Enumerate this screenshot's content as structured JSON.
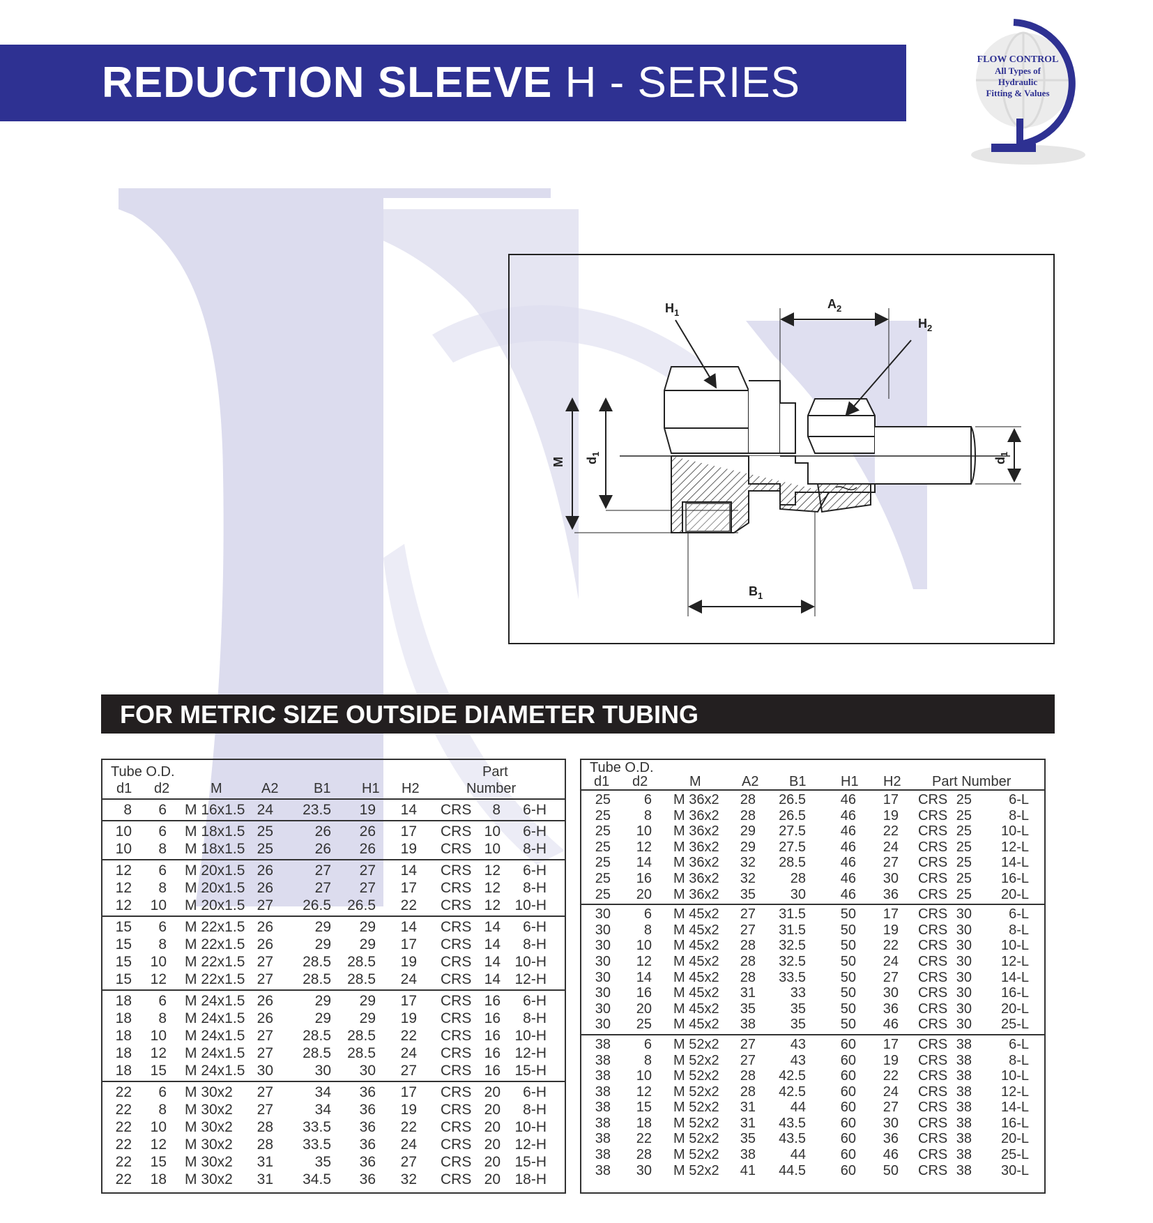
{
  "header": {
    "title_bold": "REDUCTION SLEEVE",
    "title_light": "H - SERIES"
  },
  "logo": {
    "line1": "FLOW CONTROL",
    "line2": "All Types of",
    "line3": "Hydraulic",
    "line4": "Fitting & Values",
    "icon": "globe-p-icon",
    "color": "#2e3192"
  },
  "diagram": {
    "labels": {
      "h1": "H",
      "h1_sub": "1",
      "a2": "A",
      "a2_sub": "2",
      "h2": "H",
      "h2_sub": "2",
      "m": "M",
      "d1_left": "d",
      "d1_left_sub": "1",
      "d1_right": "d",
      "d1_right_sub": "1",
      "b1": "B",
      "b1_sub": "1"
    }
  },
  "section": {
    "title": "FOR METRIC SIZE OUTSIDE DIAMETER TUBING"
  },
  "table_left": {
    "headers": {
      "tube_od": "Tube O.D.",
      "d1": "d1",
      "d2": "d2",
      "m": "M",
      "a2": "A2",
      "b1": "B1",
      "h1": "H1",
      "h2": "H2",
      "part": "Part",
      "number": "Number"
    },
    "groups": [
      [
        [
          "8",
          "6",
          "M 16x1.5",
          "24",
          "23.5",
          "19",
          "14",
          "CRS",
          "8",
          "6-H"
        ]
      ],
      [
        [
          "10",
          "6",
          "M 18x1.5",
          "25",
          "26",
          "26",
          "17",
          "CRS",
          "10",
          "6-H"
        ],
        [
          "10",
          "8",
          "M 18x1.5",
          "25",
          "26",
          "26",
          "19",
          "CRS",
          "10",
          "8-H"
        ]
      ],
      [
        [
          "12",
          "6",
          "M 20x1.5",
          "26",
          "27",
          "27",
          "14",
          "CRS",
          "12",
          "6-H"
        ],
        [
          "12",
          "8",
          "M 20x1.5",
          "26",
          "27",
          "27",
          "17",
          "CRS",
          "12",
          "8-H"
        ],
        [
          "12",
          "10",
          "M 20x1.5",
          "27",
          "26.5",
          "26.5",
          "22",
          "CRS",
          "12",
          "10-H"
        ]
      ],
      [
        [
          "15",
          "6",
          "M 22x1.5",
          "26",
          "29",
          "29",
          "14",
          "CRS",
          "14",
          "6-H"
        ],
        [
          "15",
          "8",
          "M 22x1.5",
          "26",
          "29",
          "29",
          "17",
          "CRS",
          "14",
          "8-H"
        ],
        [
          "15",
          "10",
          "M 22x1.5",
          "27",
          "28.5",
          "28.5",
          "19",
          "CRS",
          "14",
          "10-H"
        ],
        [
          "15",
          "12",
          "M 22x1.5",
          "27",
          "28.5",
          "28.5",
          "24",
          "CRS",
          "14",
          "12-H"
        ]
      ],
      [
        [
          "18",
          "6",
          "M 24x1.5",
          "26",
          "29",
          "29",
          "17",
          "CRS",
          "16",
          "6-H"
        ],
        [
          "18",
          "8",
          "M 24x1.5",
          "26",
          "29",
          "29",
          "19",
          "CRS",
          "16",
          "8-H"
        ],
        [
          "18",
          "10",
          "M 24x1.5",
          "27",
          "28.5",
          "28.5",
          "22",
          "CRS",
          "16",
          "10-H"
        ],
        [
          "18",
          "12",
          "M 24x1.5",
          "27",
          "28.5",
          "28.5",
          "24",
          "CRS",
          "16",
          "12-H"
        ],
        [
          "18",
          "15",
          "M 24x1.5",
          "30",
          "30",
          "30",
          "27",
          "CRS",
          "16",
          "15-H"
        ]
      ],
      [
        [
          "22",
          "6",
          "M 30x2",
          "27",
          "34",
          "36",
          "17",
          "CRS",
          "20",
          "6-H"
        ],
        [
          "22",
          "8",
          "M 30x2",
          "27",
          "34",
          "36",
          "19",
          "CRS",
          "20",
          "8-H"
        ],
        [
          "22",
          "10",
          "M 30x2",
          "28",
          "33.5",
          "36",
          "22",
          "CRS",
          "20",
          "10-H"
        ],
        [
          "22",
          "12",
          "M 30x2",
          "28",
          "33.5",
          "36",
          "24",
          "CRS",
          "20",
          "12-H"
        ],
        [
          "22",
          "15",
          "M 30x2",
          "31",
          "35",
          "36",
          "27",
          "CRS",
          "20",
          "15-H"
        ],
        [
          "22",
          "18",
          "M 30x2",
          "31",
          "34.5",
          "36",
          "32",
          "CRS",
          "20",
          "18-H"
        ]
      ]
    ]
  },
  "table_right": {
    "headers": {
      "tube_od": "Tube O.D.",
      "d1": "d1",
      "d2": "d2",
      "m": "M",
      "a2": "A2",
      "b1": "B1",
      "h1": "H1",
      "h2": "H2",
      "part_number": "Part Number"
    },
    "groups": [
      [
        [
          "25",
          "6",
          "M 36x2",
          "28",
          "26.5",
          "46",
          "17",
          "CRS",
          "25",
          "6-L"
        ],
        [
          "25",
          "8",
          "M 36x2",
          "28",
          "26.5",
          "46",
          "19",
          "CRS",
          "25",
          "8-L"
        ],
        [
          "25",
          "10",
          "M 36x2",
          "29",
          "27.5",
          "46",
          "22",
          "CRS",
          "25",
          "10-L"
        ],
        [
          "25",
          "12",
          "M 36x2",
          "29",
          "27.5",
          "46",
          "24",
          "CRS",
          "25",
          "12-L"
        ],
        [
          "25",
          "14",
          "M 36x2",
          "32",
          "28.5",
          "46",
          "27",
          "CRS",
          "25",
          "14-L"
        ],
        [
          "25",
          "16",
          "M 36x2",
          "32",
          "28",
          "46",
          "30",
          "CRS",
          "25",
          "16-L"
        ],
        [
          "25",
          "20",
          "M 36x2",
          "35",
          "30",
          "46",
          "36",
          "CRS",
          "25",
          "20-L"
        ]
      ],
      [
        [
          "30",
          "6",
          "M 45x2",
          "27",
          "31.5",
          "50",
          "17",
          "CRS",
          "30",
          "6-L"
        ],
        [
          "30",
          "8",
          "M 45x2",
          "27",
          "31.5",
          "50",
          "19",
          "CRS",
          "30",
          "8-L"
        ],
        [
          "30",
          "10",
          "M 45x2",
          "28",
          "32.5",
          "50",
          "22",
          "CRS",
          "30",
          "10-L"
        ],
        [
          "30",
          "12",
          "M 45x2",
          "28",
          "32.5",
          "50",
          "24",
          "CRS",
          "30",
          "12-L"
        ],
        [
          "30",
          "14",
          "M 45x2",
          "28",
          "33.5",
          "50",
          "27",
          "CRS",
          "30",
          "14-L"
        ],
        [
          "30",
          "16",
          "M 45x2",
          "31",
          "33",
          "50",
          "30",
          "CRS",
          "30",
          "16-L"
        ],
        [
          "30",
          "20",
          "M 45x2",
          "35",
          "35",
          "50",
          "36",
          "CRS",
          "30",
          "20-L"
        ],
        [
          "30",
          "25",
          "M 45x2",
          "38",
          "35",
          "50",
          "46",
          "CRS",
          "30",
          "25-L"
        ]
      ],
      [
        [
          "38",
          "6",
          "M 52x2",
          "27",
          "43",
          "60",
          "17",
          "CRS",
          "38",
          "6-L"
        ],
        [
          "38",
          "8",
          "M 52x2",
          "27",
          "43",
          "60",
          "19",
          "CRS",
          "38",
          "8-L"
        ],
        [
          "38",
          "10",
          "M 52x2",
          "28",
          "42.5",
          "60",
          "22",
          "CRS",
          "38",
          "10-L"
        ],
        [
          "38",
          "12",
          "M 52x2",
          "28",
          "42.5",
          "60",
          "24",
          "CRS",
          "38",
          "12-L"
        ],
        [
          "38",
          "15",
          "M 52x2",
          "31",
          "44",
          "60",
          "27",
          "CRS",
          "38",
          "14-L"
        ],
        [
          "38",
          "18",
          "M 52x2",
          "31",
          "43.5",
          "60",
          "30",
          "CRS",
          "38",
          "16-L"
        ],
        [
          "38",
          "22",
          "M 52x2",
          "35",
          "43.5",
          "60",
          "36",
          "CRS",
          "38",
          "20-L"
        ],
        [
          "38",
          "28",
          "M 52x2",
          "38",
          "44",
          "60",
          "46",
          "CRS",
          "38",
          "25-L"
        ],
        [
          "38",
          "30",
          "M 52x2",
          "41",
          "44.5",
          "60",
          "50",
          "CRS",
          "38",
          "30-L"
        ]
      ]
    ]
  }
}
